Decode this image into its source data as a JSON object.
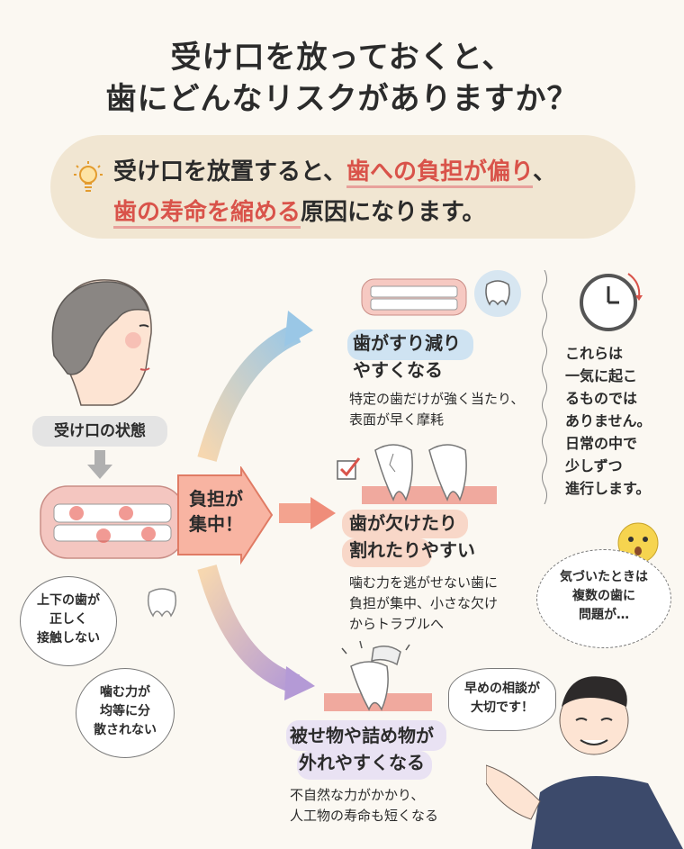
{
  "title": {
    "line1": "受け口を放っておくと、",
    "line2": "歯にどんなリスクがありますか？"
  },
  "banner": {
    "line1_a": "受け口を放置すると、",
    "line1_b": "歯への負担が偏り",
    "line1_c": "、",
    "line2_a": "歯の寿命を縮める",
    "line2_b": "原因になります。"
  },
  "state_label": "受け口の状態",
  "center_label": "負担が\n集中！",
  "bubble_contact": "上下の歯が\n正しく\n接触しない",
  "bubble_force": "噛む力が\n均等に分\n散されない",
  "risk1": {
    "title": "歯がすり減り\nやすくなる",
    "desc": "特定の歯だけが強く当たり、\n表面が早く摩耗"
  },
  "risk2": {
    "title": "歯が欠けたり\n割れたりやすい",
    "desc": "噛む力を逃がせない歯に\n負担が集中、小さな欠け\nからトラブルへ"
  },
  "risk3": {
    "title": "被せ物や詰め物が\n外れやすくなる",
    "desc": "不自然な力がかかり、\n人工物の寿命も短くなる"
  },
  "side_note": "これらは\n一気に起こ\nるものでは\nありません。\n日常の中で\n少しずつ\n進行します。",
  "thought": "気づいたときは\n複数の歯に\n問題が…",
  "doctor_speech": "早めの相談が\n大切です！",
  "colors": {
    "accent_red": "#d9534a",
    "banner_bg": "#f1e6d2",
    "pill_bg": "#e9e2f3"
  }
}
